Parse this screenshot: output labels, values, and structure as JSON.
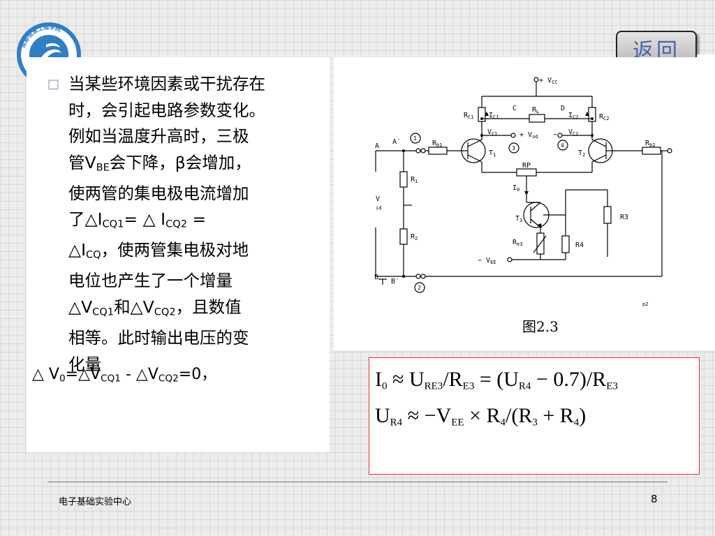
{
  "logo": {
    "text": "成都信息工程学院"
  },
  "nav": {
    "back_label": "返回"
  },
  "text": {
    "lines": [
      "当某些环境因素或干扰存在",
      "时，会引起电路参数变化。",
      "例如当温度升高时，三极",
      "管",
      "会下降，",
      "会增加，",
      "使两管的集电极电流增加",
      "了△",
      "= △ ",
      " =",
      "△",
      "，使两管集电极对地",
      "电位也产生了一个增量",
      "△",
      "和△",
      "，且数值",
      "相等。此时输出电压的变",
      "化量"
    ],
    "vbe": "V",
    "vbe_sub": "BE",
    "beta": "β",
    "icq1": "I",
    "icq1_sub": "CQ1",
    "icq2": "I",
    "icq2_sub": "CQ2",
    "icq": "I",
    "icq_sub": "CQ",
    "vcq1": "V",
    "vcq1_sub": "CQ1",
    "vcq2": "V",
    "vcq2_sub": "CQ2"
  },
  "formula": {
    "a": "△ V",
    "a_sub": "0",
    "b": "=△V",
    "b_sub": "CQ1",
    "c": " - △V",
    "c_sub": "CQ2",
    "d": "=0，"
  },
  "circuit": {
    "vcc": "+ V",
    "vcc_sub": "CC",
    "rc1": "R",
    "rc1_sub": "C1",
    "ic1": "I",
    "ic1_sub": "C1",
    "rl": "R",
    "rl_sub": "L",
    "ic2": "I",
    "ic2_sub": "C2",
    "rc2": "R",
    "rc2_sub": "C2",
    "c": "C",
    "d": "D",
    "vc1": "V",
    "vc1_sub": "C1",
    "vc2": "V",
    "vc2_sub": "C2",
    "vod": "+ V",
    "vod_sub": "od",
    "vod_minus": "−",
    "a": "A",
    "a_prime": "A′",
    "b": "B",
    "b_prime": "B′",
    "rb1": "R",
    "rb1_sub": "b1",
    "rb2": "R",
    "rb2_sub": "b2",
    "t1": "T",
    "t1_sub": "1",
    "t2": "T",
    "t2_sub": "2",
    "t3": "T",
    "t3_sub": "3",
    "rp": "RP",
    "i0": "I",
    "i0_sub": "0",
    "r1": "R",
    "r1_sub": "1",
    "r2": "R",
    "r2_sub": "2",
    "r3": "R3",
    "r4": "R4",
    "re3": "R",
    "re3_sub": "e3",
    "vid": "V",
    "vid_sub": "id",
    "vee": "− V",
    "vee_sub": "EE",
    "n1": "1",
    "n2": "2",
    "n3": "3",
    "n4": "4",
    "corner": "p2"
  },
  "caption": "图2.3",
  "equations": {
    "eq1": {
      "i": "I",
      "i_sub": "0",
      "approx": " ≈ U",
      "ure_sub": "RE3",
      "div": "/R",
      "re_sub": "E3",
      "mid": " = (U",
      "ur4_sub": "R4",
      "tail": " − 0.7)/R",
      "re3_sub": "E3"
    },
    "eq2": {
      "u": "U",
      "u_sub": "R4",
      "approx": " ≈ −V",
      "vee_sub": "EE",
      "times": " × R",
      "r4_sub": "4",
      "div": "/(R",
      "r3_sub": "3",
      "plus": " + R",
      "r4b_sub": "4",
      "close": ")"
    }
  },
  "footer": {
    "text": "电子基础实验中心",
    "page": "8"
  },
  "colors": {
    "accent_blue": "#4a63a8",
    "box_border": "#e03030",
    "logo_blue": "#2f7fc6"
  }
}
